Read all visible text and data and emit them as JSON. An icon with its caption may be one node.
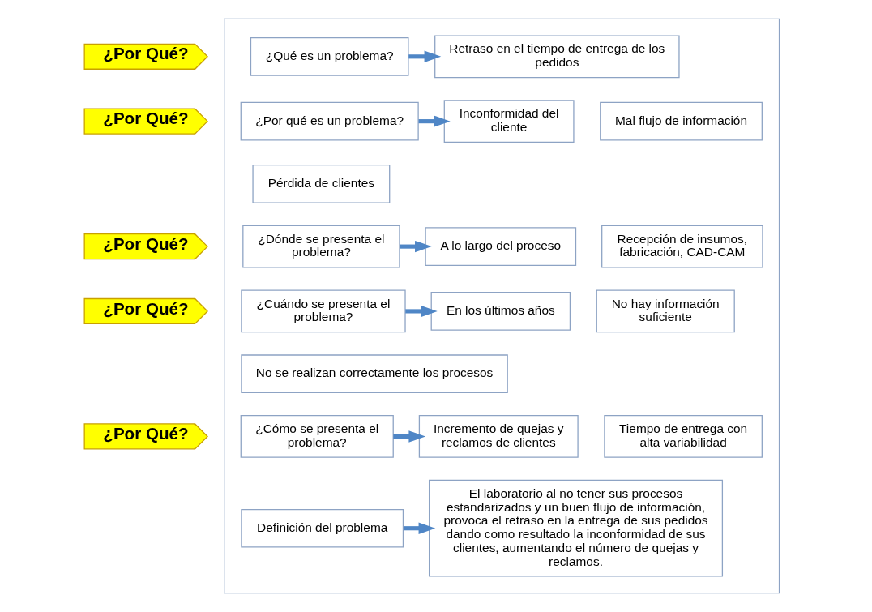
{
  "diagram": {
    "nodes": [
      {
        "text": [
          "¿Por Qué?"
        ]
      },
      {
        "text": [],
        "shape": "box"
      },
      {
        "text": [
          "¿Qué es un problema?"
        ],
        "in": 1
      },
      {
        "text": [
          "Retraso en el tiempo de entrega de los pedidos"
        ],
        "in": 1
      },
      {
        "text": [
          "¿Por Qué?"
        ]
      },
      {
        "text": [
          "¿Por qué es un problema?"
        ],
        "in": 1
      },
      {
        "text": [
          "Inconformidad del cliente"
        ],
        "in": 1
      },
      {
        "text": [
          "Mal flujo de información"
        ],
        "in": 1
      },
      {
        "text": [
          "Pérdida de clientes"
        ],
        "in": 1
      },
      {
        "text": [
          "¿Por Qué?"
        ]
      },
      {
        "text": [
          "¿Dónde se presenta el problema?"
        ],
        "in": 1
      },
      {
        "text": [
          "A lo largo del proceso"
        ],
        "in": 1
      },
      {
        "text": [
          "Recepción de insumos, fabricación, CAD-CAM"
        ],
        "in": 1
      },
      {
        "text": [
          "¿Por Qué?"
        ]
      },
      {
        "text": [
          "¿Cuándo se presenta el problema?"
        ],
        "in": 1
      },
      {
        "text": [
          "En los últimos años"
        ],
        "in": 1
      },
      {
        "text": [
          "No hay información suficiente"
        ],
        "in": 1
      },
      {
        "text": [
          "No se realizan correctamente los procesos"
        ],
        "in": 1
      },
      {
        "text": [
          "¿Por Qué?"
        ]
      },
      {
        "text": [
          "¿Cómo se presenta el problema?"
        ],
        "in": 1
      },
      {
        "text": [
          "Incremento de quejas y reclamos de clientes"
        ],
        "in": 1
      },
      {
        "text": [
          "Tiempo de entrega con alta variabilidad"
        ],
        "in": 1
      },
      {
        "text": [
          "Definición del problema"
        ],
        "in": 1
      },
      {
        "text": [
          "El laboratorio al no tener sus procesos estandarizados y un buen flujo de información, provoca el retraso en la entrega de sus pedidos dando como resultado la inconformidad de sus clientes, aumentando el número de quejas y reclamos."
        ],
        "in": 1
      }
    ],
    "edges": [
      {
        "from": 2,
        "to": 3,
        "arrow": "to"
      },
      {
        "from": 5,
        "to": 6,
        "arrow": "to"
      },
      {
        "from": 10,
        "to": 11,
        "arrow": "to"
      },
      {
        "from": 14,
        "to": 15,
        "arrow": "to"
      },
      {
        "from": 19,
        "to": 20,
        "arrow": "to"
      },
      {
        "from": 22,
        "to": 23,
        "arrow": "to"
      }
    ]
  }
}
